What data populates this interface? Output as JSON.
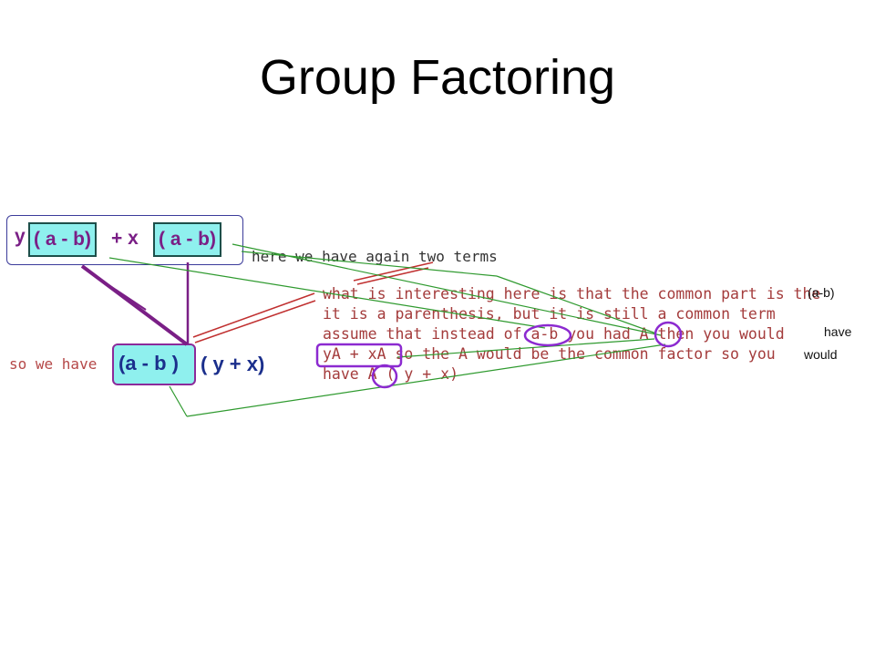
{
  "title": "Group Factoring",
  "equation": {
    "y": "y",
    "term1": "( a - b)",
    "plus_x": "+ x",
    "term2": "( a - b)"
  },
  "result": {
    "label": "so we have",
    "factor": "(a - b )",
    "rest": "( y + x)"
  },
  "note_terms": "here we have again two terms",
  "explanation": [
    "what is interesting here is that the common part is the",
    "it is a parenthesis, but it is still a common term",
    "assume that instead of  a-b   you had  A  then you would",
    "yA + xA  so the A would be the common factor so you",
    "have  A ( y + x)"
  ],
  "side_notes": {
    "ab": "(a-b)",
    "have": "have",
    "would": "would"
  },
  "colors": {
    "purple": "#7a1f86",
    "cyan": "#8ff0ee",
    "green": "#2f9a2f",
    "red": "#b54848",
    "blue": "#1b2f8c"
  }
}
